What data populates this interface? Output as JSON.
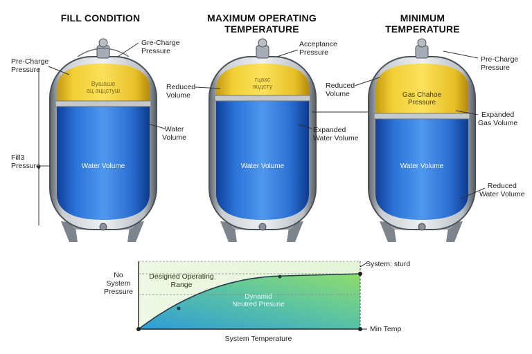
{
  "titles": {
    "fill": "FILL CONDITION",
    "max_line1": "MAXIMUM OPERATING",
    "max_line2": "TEMPERATURE",
    "min_line1": "MINIMUM",
    "min_line2": "TEMPERATURE"
  },
  "tank1": {
    "top_label_1": "Gre-Charge",
    "top_label_2": "Pressure",
    "left_label_1": "Pre-Charge",
    "left_label_2": "Pressure",
    "gas_text_1": "Вушаше",
    "gas_text_2": "ац аццстуш",
    "water_label_1": "Water",
    "water_label_2": "Volume",
    "fill_label_1": "Fill3",
    "fill_label_2": "Pressure",
    "water_text": "Water Volume"
  },
  "tank2": {
    "top_label_1": "Acceptance",
    "top_label_2": "Pressure",
    "reduced_1": "Reduced",
    "reduced_2": "Volume",
    "gas_text_1": "гцахс",
    "gas_text_2": "аццсту",
    "expanded_1": "Expanded",
    "expanded_2": "Water Volume",
    "water_text": "Water Volume"
  },
  "tank3": {
    "top_label_1": "Pre-Charge",
    "top_label_2": "Pressure",
    "reduced_1": "Reduced",
    "reduced_2": "Volume",
    "gas_text_1": "Gas Chahoe",
    "gas_text_2": "Pressure",
    "expanded_1": "Expanded",
    "expanded_2": "Gas Volume",
    "reduced_water_1": "Reduced",
    "reduced_water_2": "Water Volume",
    "water_text": "Water Volume"
  },
  "graph": {
    "y_label_1": "No",
    "y_label_2": "System",
    "y_label_3": "Pressure",
    "range_1": "Designed Operating",
    "range_2": "Range",
    "curve_1": "Dynamid",
    "curve_2": "Neutred Presune",
    "top_right": "System: sturd",
    "bottom_right": "Min Temp",
    "x_label": "System Temperature"
  },
  "colors": {
    "gas": "#f2d23a",
    "water": "#2f7fe0",
    "steel": "#8d949c",
    "graph_top": "#a8e07a",
    "graph_bottom": "#2a9fd6"
  }
}
